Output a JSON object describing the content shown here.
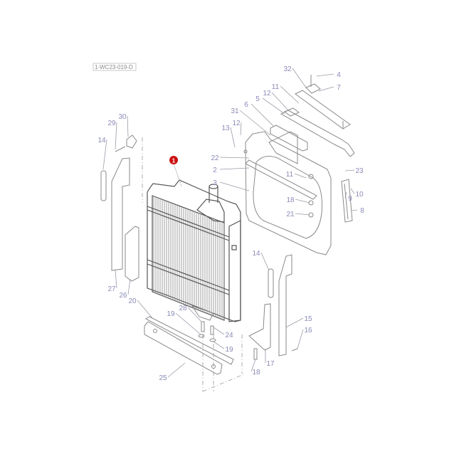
{
  "diagram": {
    "reference_code": "1-WC23-019-D",
    "highlight_color": "#cc1111",
    "highlighted_part": "1",
    "labels": [
      "32",
      "4",
      "7",
      "11",
      "12",
      "5",
      "6",
      "31",
      "13",
      "12",
      "30",
      "29",
      "14",
      "22",
      "2",
      "3",
      "11",
      "18",
      "21",
      "23",
      "10",
      "9",
      "8",
      "14",
      "27",
      "26",
      "20",
      "28",
      "19",
      "24",
      "19",
      "15",
      "16",
      "17",
      "18",
      "25"
    ]
  }
}
